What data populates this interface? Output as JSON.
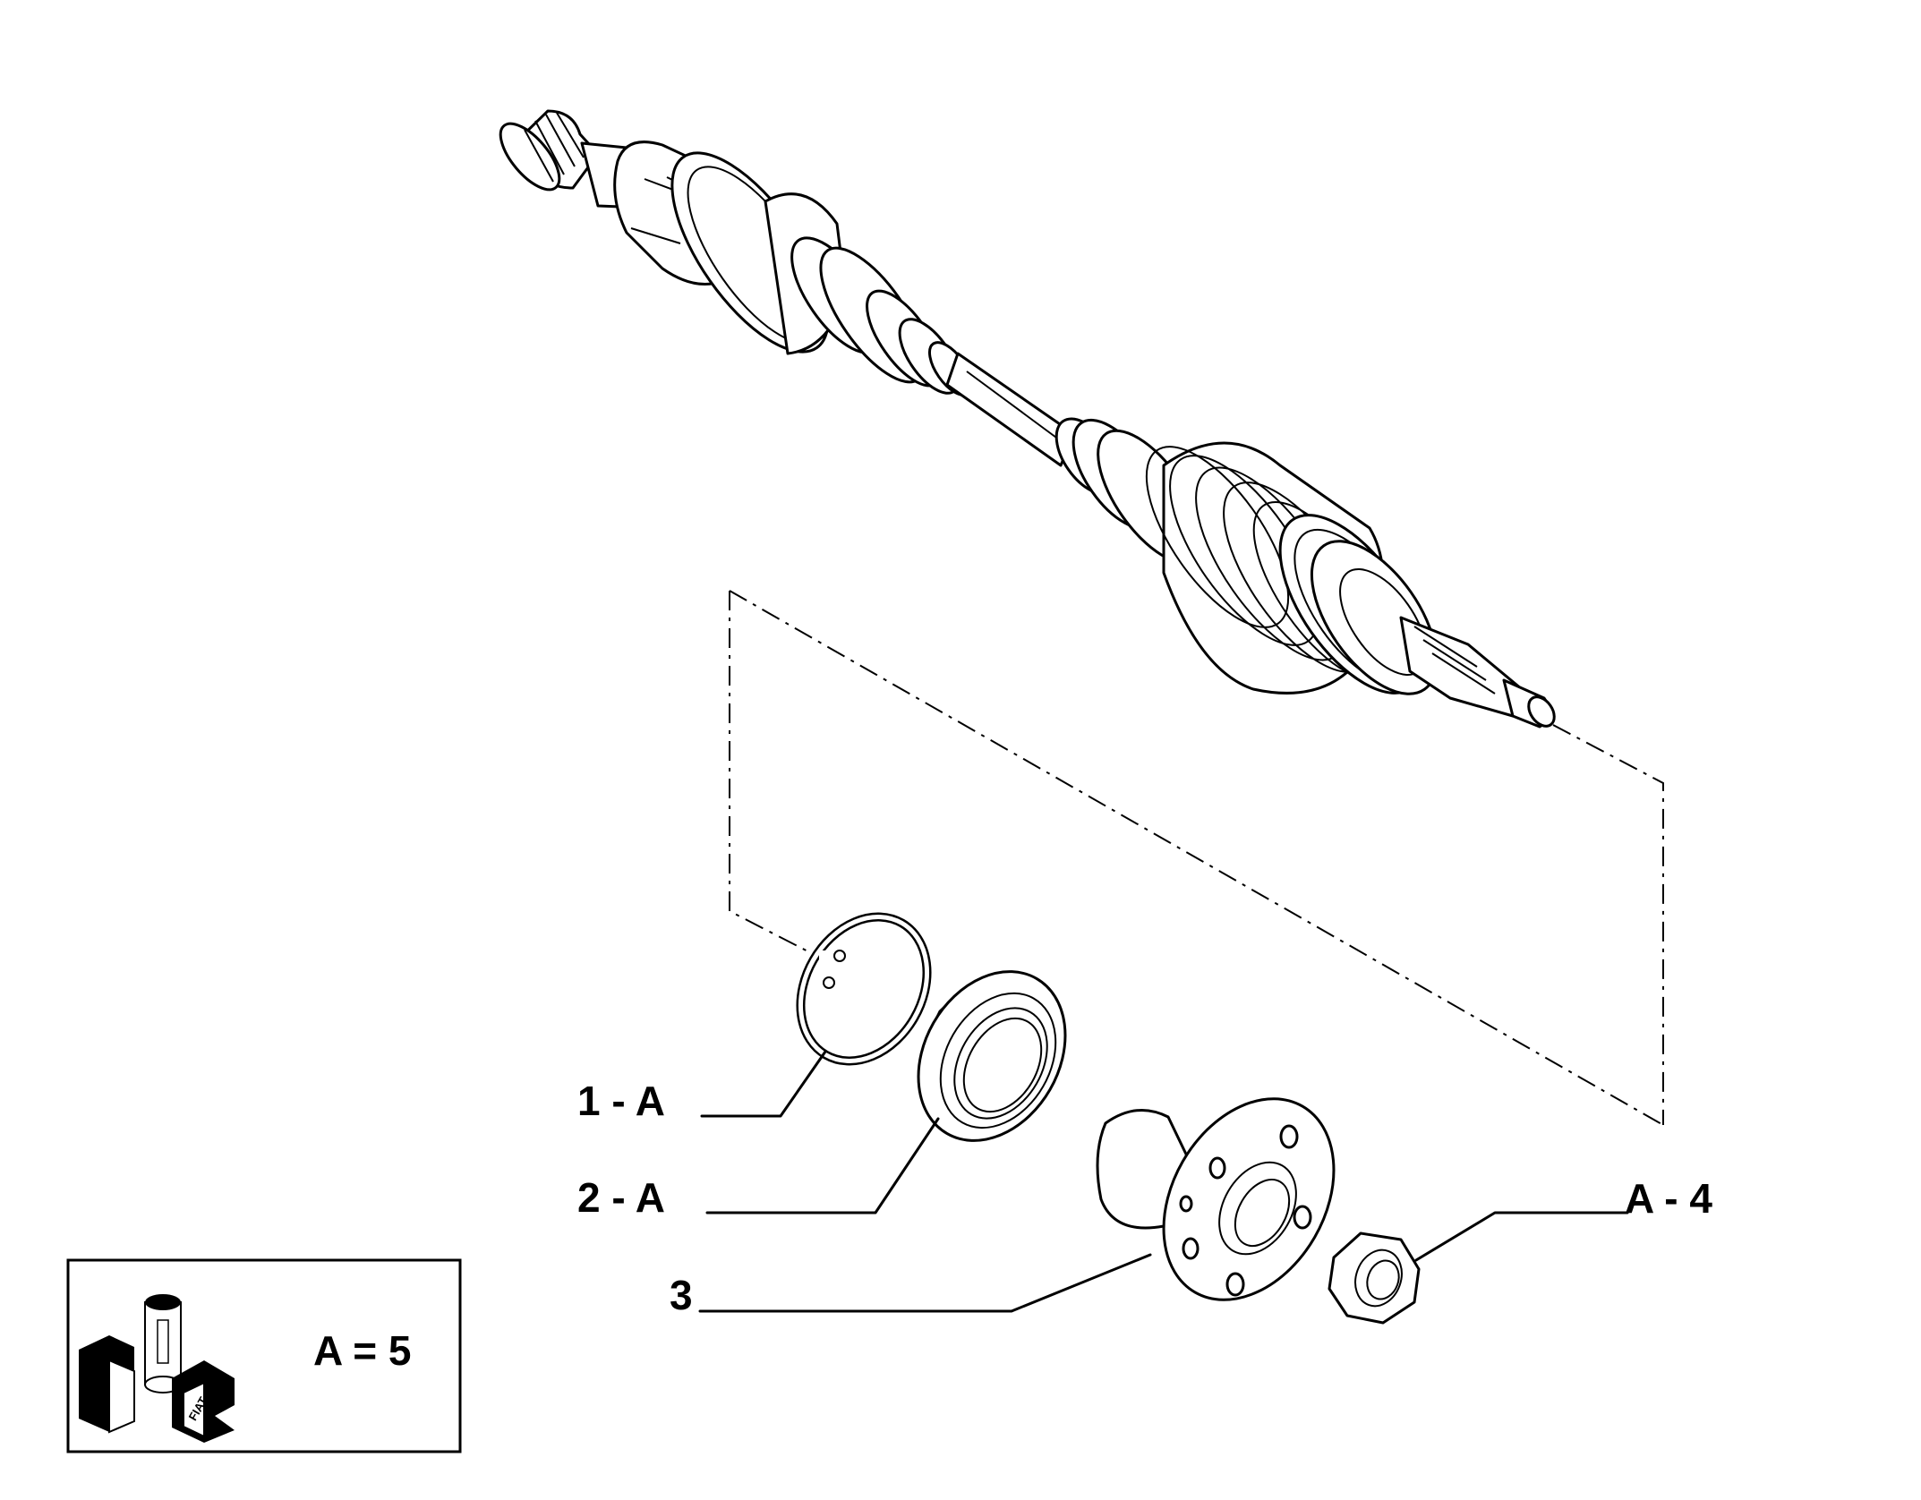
{
  "callouts": {
    "c1": "1 - A",
    "c2": "2 - A",
    "c3": "3",
    "c4": "A - 4"
  },
  "legend": {
    "text": "A = 5",
    "logo_label": "FIAT"
  },
  "icons": {
    "parts": [
      "drive-shaft-icon",
      "circlip-icon",
      "wheel-bearing-icon",
      "wheel-hub-icon",
      "hub-nut-icon"
    ],
    "legend": "fiat-cube-logo-icon"
  }
}
